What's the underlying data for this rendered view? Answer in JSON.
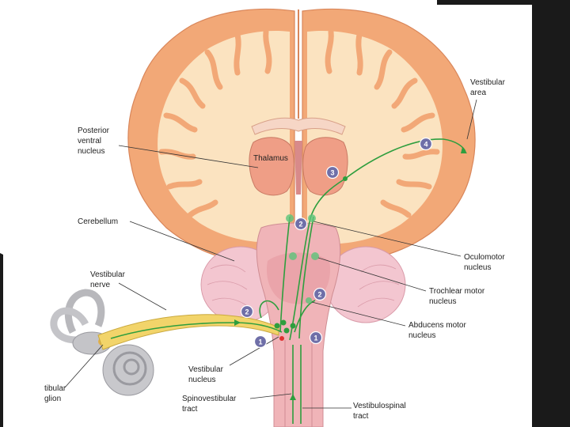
{
  "colors": {
    "cortex": "#f2a877",
    "white_matter": "#fbe3c0",
    "thalamus": "#ef9e86",
    "brainstem": "#f0b4b8",
    "cerebellum": "#f3c6d0",
    "nerve": "#f2d46a",
    "pathway": "#2e9e3e",
    "badge": "#6f6fa8",
    "frame": "#1a1a1a"
  },
  "labels": {
    "vestibular_area": [
      "Vestibular",
      "area"
    ],
    "posterior_ventral_nucleus": [
      "Posterior",
      "ventral",
      "nucleus"
    ],
    "thalamus": [
      "Thalamus"
    ],
    "cerebellum": [
      "Cerebellum"
    ],
    "vestibular_nerve": [
      "Vestibular",
      "nerve"
    ],
    "oculomotor_nucleus": [
      "Oculomotor",
      "nucleus"
    ],
    "trochlear_motor_nucleus": [
      "Trochlear motor",
      "nucleus"
    ],
    "abducens_motor_nucleus": [
      "Abducens motor",
      "nucleus"
    ],
    "vestibular_nucleus": [
      "Vestibular",
      "nucleus"
    ],
    "vestibular_ganglion": [
      "tibular",
      "glion"
    ],
    "spinovestibular_tract": [
      "Spinovestibular",
      "tract"
    ],
    "vestibulospinal_tract": [
      "Vestibulospinal",
      "tract"
    ]
  },
  "badges": {
    "one_a": "1",
    "one_b": "1",
    "two_a": "2",
    "two_b": "2",
    "two_c": "2",
    "three": "3",
    "four": "4"
  }
}
